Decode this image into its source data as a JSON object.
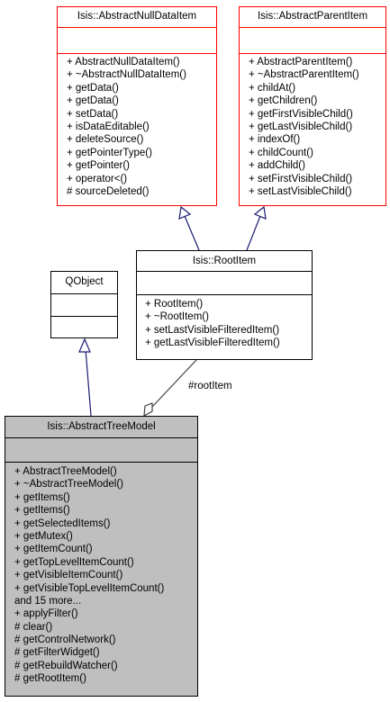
{
  "classes": {
    "null_data_item": {
      "name": "Isis::AbstractNullDataItem",
      "members": [
        "+ AbstractNullDataItem()",
        "+ ~AbstractNullDataItem()",
        "+ getData()",
        "+ getData()",
        "+ setData()",
        "+ isDataEditable()",
        "+ deleteSource()",
        "+ getPointerType()",
        "+ getPointer()",
        "+ operator<()",
        "# sourceDeleted()"
      ]
    },
    "parent_item": {
      "name": "Isis::AbstractParentItem",
      "members": [
        "+ AbstractParentItem()",
        "+ ~AbstractParentItem()",
        "+ childAt()",
        "+ getChildren()",
        "+ getFirstVisibleChild()",
        "+ getLastVisibleChild()",
        "+ indexOf()",
        "+ childCount()",
        "+ addChild()",
        "+ setFirstVisibleChild()",
        "+ setLastVisibleChild()"
      ]
    },
    "qobject": {
      "name": "QObject",
      "members": []
    },
    "root_item": {
      "name": "Isis::RootItem",
      "members": [
        "+ RootItem()",
        "+ ~RootItem()",
        "+ setLastVisibleFilteredItem()",
        "+ getLastVisibleFilteredItem()"
      ]
    },
    "tree_model": {
      "name": "Isis::AbstractTreeModel",
      "members": [
        "+ AbstractTreeModel()",
        "+ ~AbstractTreeModel()",
        "+ getItems()",
        "+ getItems()",
        "+ getSelectedItems()",
        "+ getMutex()",
        "+ getItemCount()",
        "+ getTopLevelItemCount()",
        "+ getVisibleItemCount()",
        "+ getVisibleTopLevelItemCount()",
        "and 15 more...",
        "+ applyFilter()",
        "# clear()",
        "# getControlNetwork()",
        "# getFilterWidget()",
        "# getRebuildWatcher()",
        "# getRootItem()"
      ]
    }
  },
  "edges": {
    "root_item_label": "#rootItem"
  },
  "colors": {
    "highlight_border": "#ff0000",
    "edge": "#191970",
    "focus_fill": "#bfbfbf"
  }
}
